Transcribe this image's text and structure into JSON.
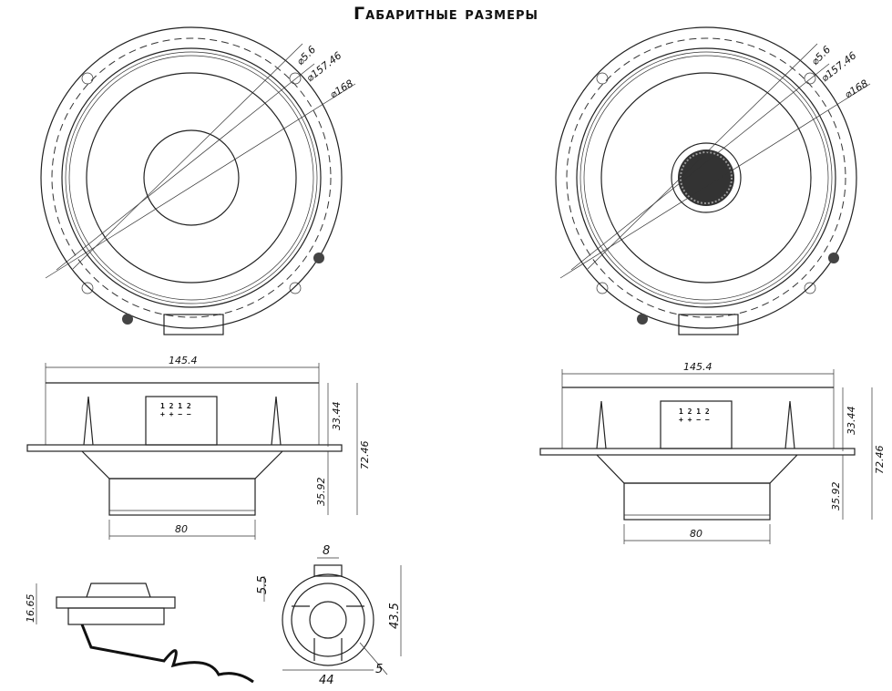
{
  "title": "Габаритные размеры",
  "front_views": {
    "hole_diameter": "⌀5.6",
    "mount_diameter": "⌀157.46",
    "outer_diameter": "⌀168"
  },
  "side_views": {
    "width": "145.4",
    "top_height": "33.44",
    "total_height": "72.46",
    "magnet_height": "35.92",
    "magnet_width": "80",
    "terminal_numbers": "1 2 1 2",
    "terminal_polarity": "+ + − −"
  },
  "tweeter_views": {
    "side_height": "16.65",
    "top_width": "8",
    "top_offset": "5.5",
    "height": "43.5",
    "width": "44",
    "corner": "5"
  }
}
